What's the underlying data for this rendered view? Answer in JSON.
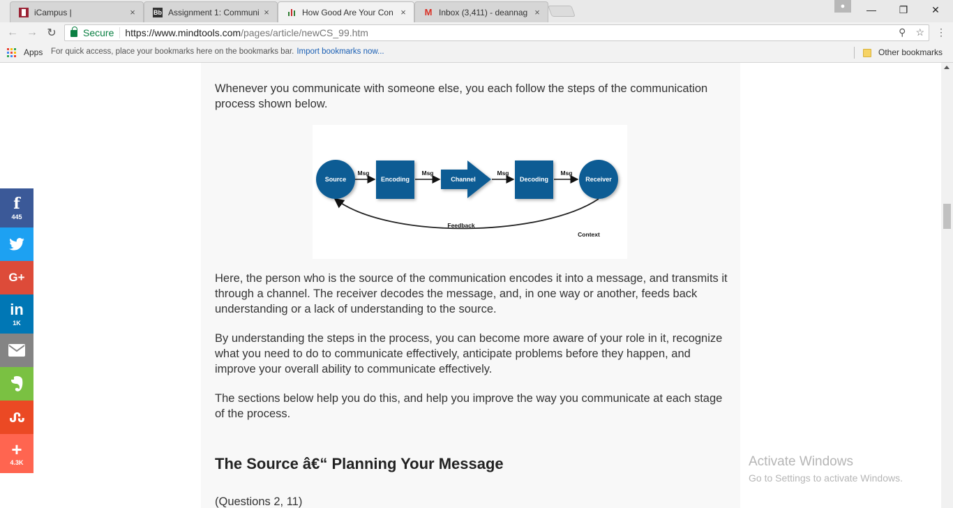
{
  "tabs": [
    {
      "title": "iCampus |",
      "favicon": "icampus-icon",
      "active": false
    },
    {
      "title": "Assignment 1: Communi",
      "favicon": "blackboard-icon",
      "favicon_text": "Bb",
      "active": false
    },
    {
      "title": "How Good Are Your Con",
      "favicon": "mindtools-icon",
      "active": true
    },
    {
      "title": "Inbox (3,411) - deannag",
      "favicon": "gmail-icon",
      "favicon_text": "M",
      "active": false
    }
  ],
  "tab_close_glyph": "×",
  "window_controls": {
    "minimize": "—",
    "restore": "❐",
    "close": "✕"
  },
  "address_bar": {
    "secure_label": "Secure",
    "url_host": "https://www.mindtools.com",
    "url_path": "/pages/article/newCS_99.htm"
  },
  "bookmarks_bar": {
    "apps_label": "Apps",
    "hint_text": "For quick access, place your bookmarks here on the bookmarks bar.",
    "import_link": "Import bookmarks now...",
    "other_bookmarks": "Other bookmarks"
  },
  "article": {
    "intro": "Whenever you communicate with someone else, you each follow the steps of the communication process shown below.",
    "para1": "Here, the person who is the source of the communication encodes it into a message, and transmits it through a channel. The receiver decodes the message, and, in one way or another, feeds back understanding or a lack of understanding to the source.",
    "para2": "By understanding the steps in the process, you can become more aware of your role in it, recognize what you need to do to communicate effectively, anticipate problems before they happen, and improve your overall ability to communicate effectively.",
    "para3": "The sections below help you do this, and help you improve the way you communicate at each stage of the process.",
    "heading": "The Source â€“ Planning Your Message",
    "questions": "(Questions 2, 11)"
  },
  "diagram": {
    "nodes": [
      "Source",
      "Encoding",
      "Channel",
      "Decoding",
      "Receiver"
    ],
    "edge_label": "Msg",
    "feedback_label": "Feedback",
    "context_label": "Context",
    "color": "#0f5c94"
  },
  "share_buttons": [
    {
      "name": "facebook",
      "icon": "f",
      "count": "445",
      "color": "#3b5998"
    },
    {
      "name": "twitter",
      "icon": "🐦",
      "count": "",
      "color": "#1da1f2"
    },
    {
      "name": "google-plus",
      "icon": "G+",
      "count": "",
      "color": "#dd4b39"
    },
    {
      "name": "linkedin",
      "icon": "in",
      "count": "1K",
      "color": "#0077b5"
    },
    {
      "name": "email",
      "icon": "✉",
      "count": "",
      "color": "#848484"
    },
    {
      "name": "evernote",
      "icon": "🐘",
      "count": "",
      "color": "#7ac142"
    },
    {
      "name": "stumbleupon",
      "icon": "su",
      "count": "",
      "color": "#eb4924"
    },
    {
      "name": "more",
      "icon": "+",
      "count": "4.3K",
      "color": "#ff6550"
    }
  ],
  "watermark": {
    "title": "Activate Windows",
    "subtitle": "Go to Settings to activate Windows."
  }
}
